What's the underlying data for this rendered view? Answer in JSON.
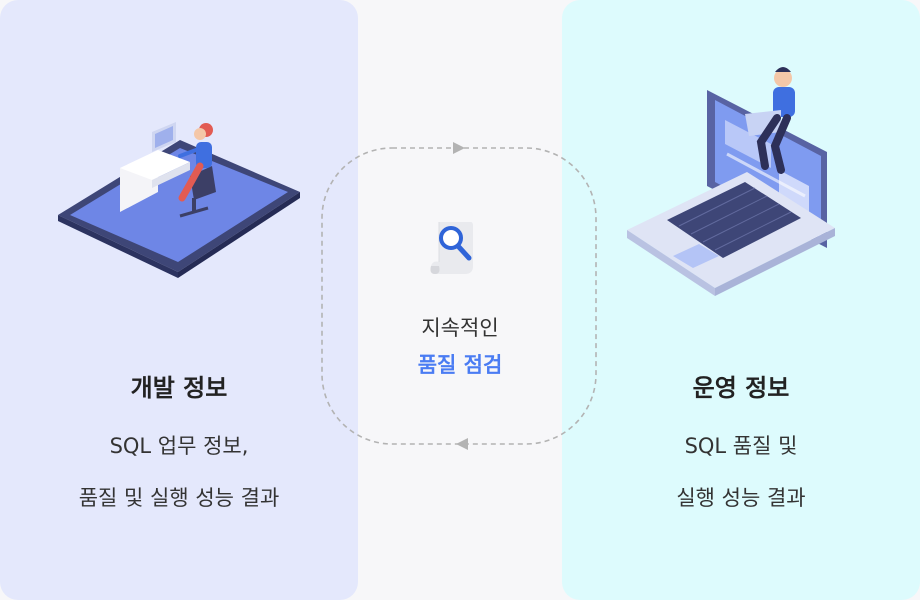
{
  "left_panel": {
    "title": "개발 정보",
    "desc_line1": "SQL 업무 정보,",
    "desc_line2": "품질 및 실행 성능 결과",
    "background": "#e4e8fc"
  },
  "center": {
    "line1": "지속적인",
    "line2": "품질 점검",
    "accent": "#4a7cf3",
    "icon": "document-search-icon"
  },
  "right_panel": {
    "title": "운영 정보",
    "desc_line1": "SQL 품질 및",
    "desc_line2": "실행 성능 결과",
    "background": "#ddfbfd"
  }
}
